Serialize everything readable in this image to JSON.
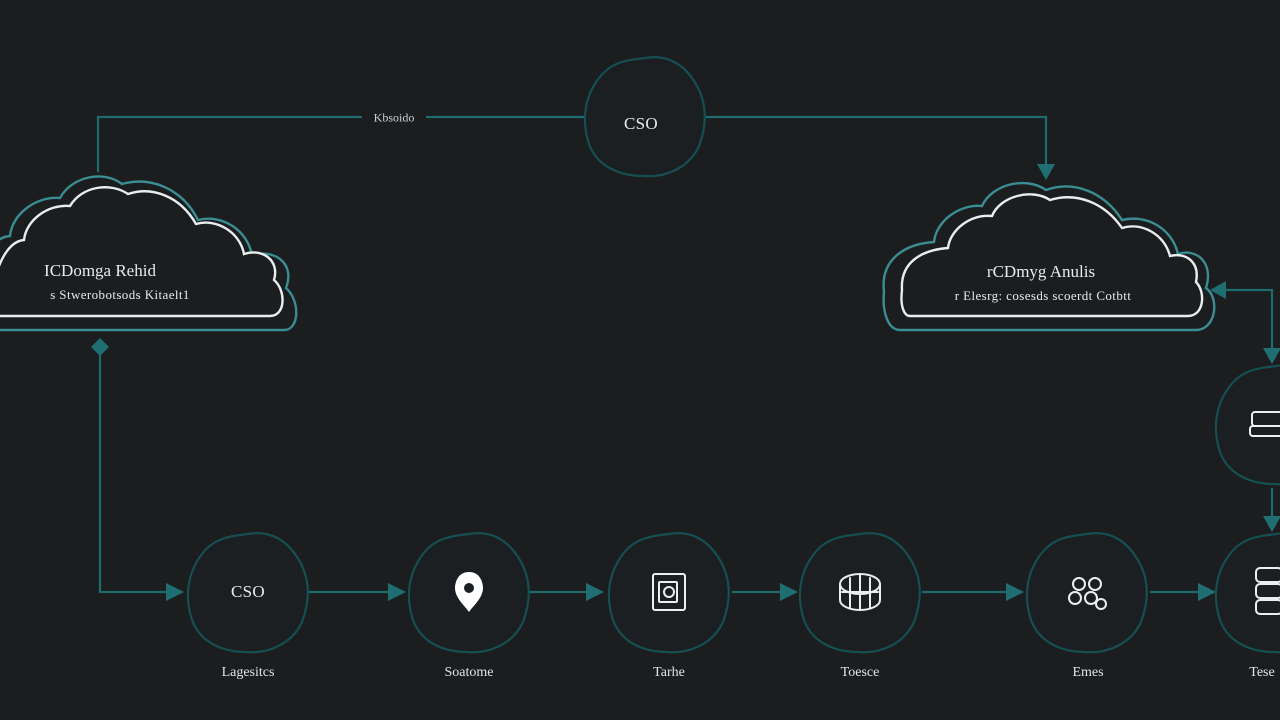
{
  "diagram": {
    "top_node": {
      "label": "CSO",
      "edge_label": "Kbsoido"
    },
    "cloud_left": {
      "title": "ICDomga Rehid",
      "subtitle": "s Stwerobotsods Kitaelt1"
    },
    "cloud_right": {
      "title": "rCDmyg Anulis",
      "subtitle": "r Elesrg: cosesds scoerdt Cotbtt"
    },
    "steps": [
      {
        "id": "step-1",
        "inner": "CSO",
        "icon": "text-badge",
        "label": "Lagesitcs"
      },
      {
        "id": "step-2",
        "inner": "",
        "icon": "location-pin-icon",
        "label": "Soatome"
      },
      {
        "id": "step-3",
        "inner": "",
        "icon": "document-icon",
        "label": "Tarhe"
      },
      {
        "id": "step-4",
        "inner": "",
        "icon": "storage-disk-icon",
        "label": "Toesce"
      },
      {
        "id": "step-5",
        "inner": "",
        "icon": "cluster-icon",
        "label": "Emes"
      },
      {
        "id": "step-6",
        "inner": "",
        "icon": "database-icon",
        "label": "Tese"
      }
    ],
    "side_node": {
      "icon": "server-icon"
    },
    "colors": {
      "background": "#1b1d1f",
      "connector": "#1f6b6e",
      "node_border": "#164f52",
      "cloud_outer": "#3a8d92",
      "cloud_inner": "#e8eef0"
    }
  }
}
